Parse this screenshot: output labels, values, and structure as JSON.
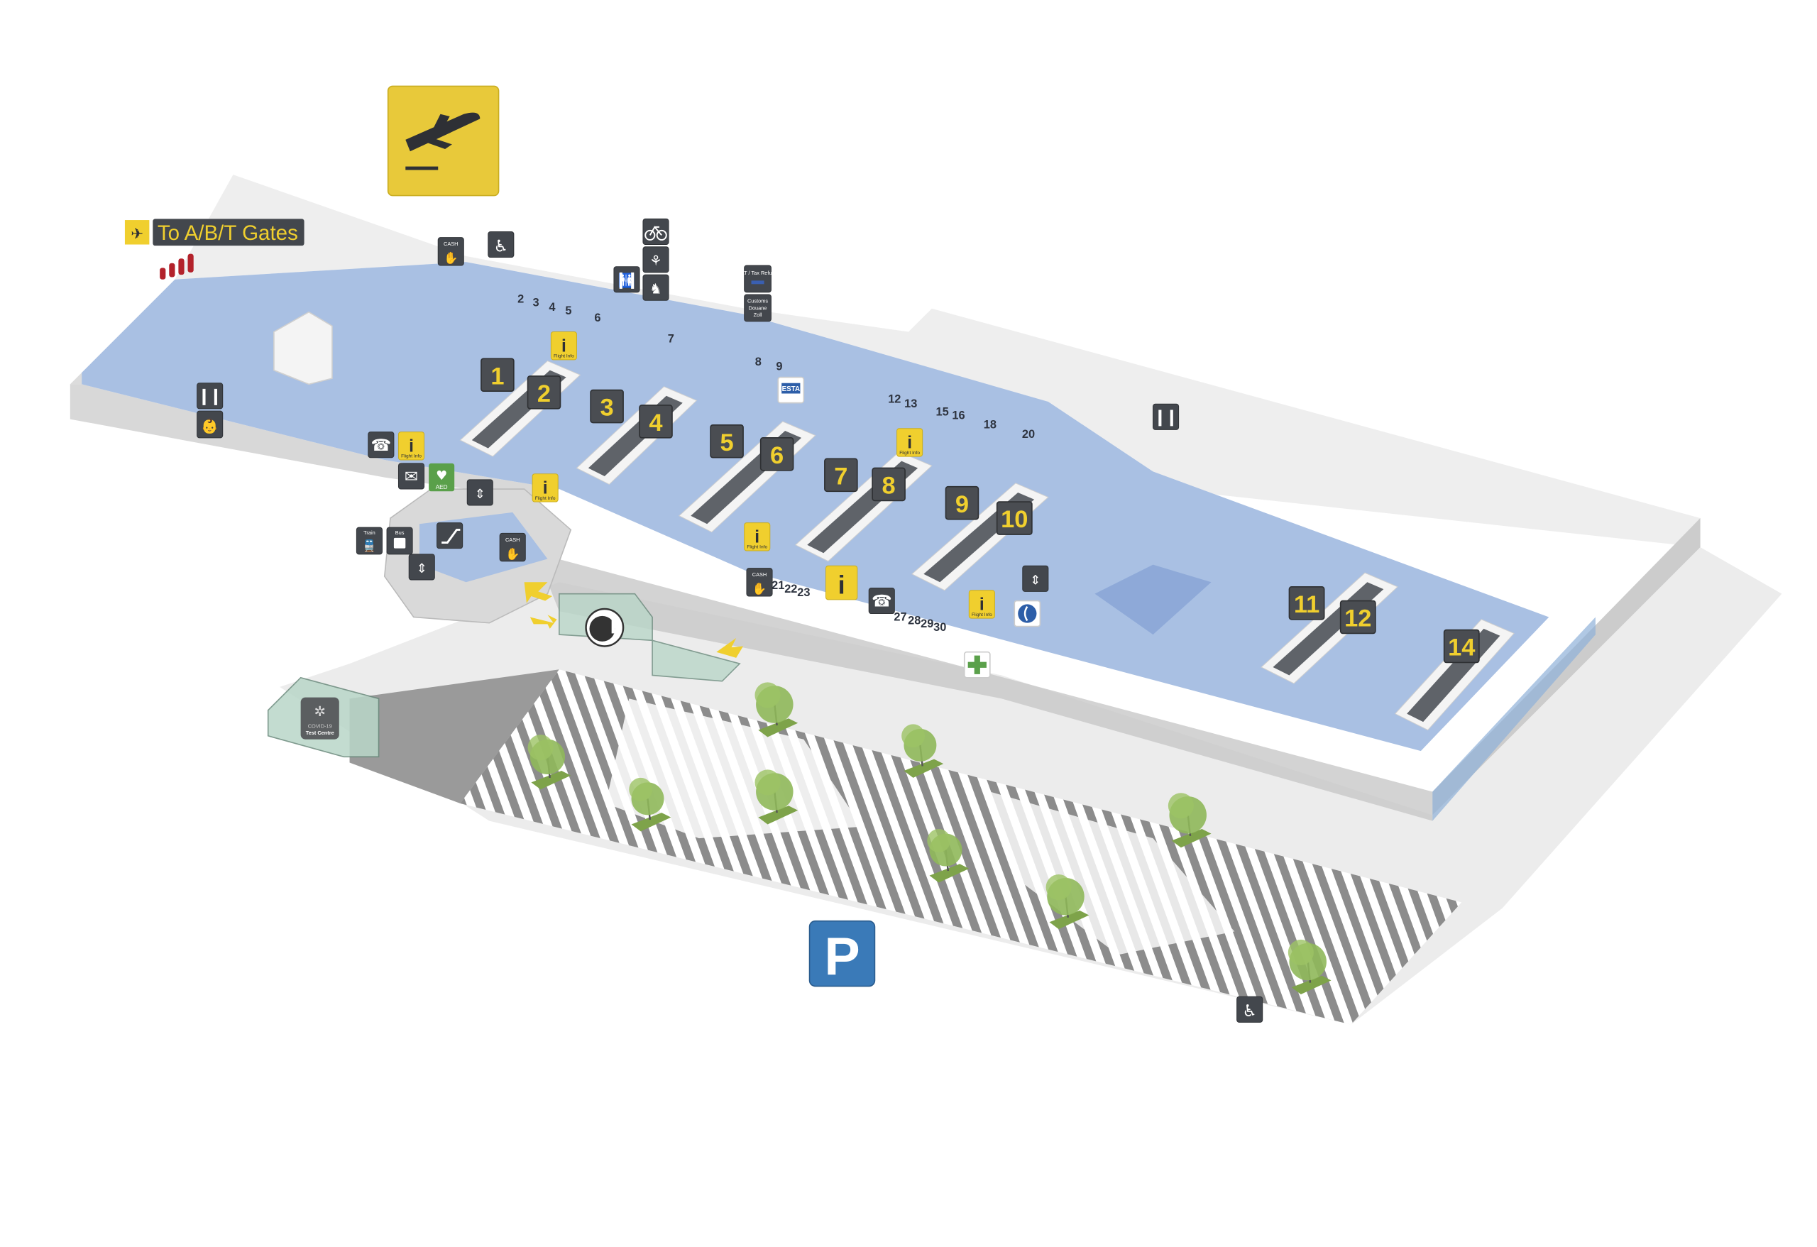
{
  "map": {
    "title": "Departures terminal map",
    "departures_sign": {
      "icon": "plane-departure-icon",
      "color": "#e8c93a"
    },
    "gates_link": {
      "label": "To A/B/T Gates",
      "icon": "plane-departure-icon"
    },
    "checkin_islands": [
      {
        "numbers": [
          "1",
          "2"
        ]
      },
      {
        "numbers": [
          "3",
          "4"
        ]
      },
      {
        "numbers": [
          "5",
          "6"
        ]
      },
      {
        "numbers": [
          "7",
          "8"
        ]
      },
      {
        "numbers": [
          "9",
          "10"
        ]
      },
      {
        "numbers": [
          "11",
          "12"
        ]
      },
      {
        "numbers": [
          "14"
        ]
      }
    ],
    "desk_numbers": {
      "row_a": [
        "2",
        "3",
        "4",
        "5",
        "6"
      ],
      "row_b": [
        "7"
      ],
      "row_c": [
        "8",
        "9"
      ],
      "row_d": [
        "12",
        "13",
        "15",
        "16",
        "18",
        "20"
      ],
      "row_e": [
        "21",
        "22",
        "23"
      ],
      "row_f": [
        "27",
        "28",
        "29",
        "30"
      ]
    },
    "labels": {
      "cash": "CASH",
      "flight_info": "Flight Info",
      "vat_refund": "VAT / Tax Refund",
      "customs_1": "Customs",
      "customs_2": "Douane",
      "customs_3": "Zoll",
      "esta": "ESTA",
      "aed": "AED",
      "train": "Train",
      "bus": "Bus",
      "covid_1": "COVID-19",
      "covid_2": "Test Centre",
      "parking": "P"
    },
    "colors": {
      "floor": "#a9c0e3",
      "accent_yellow": "#f0cf2e",
      "tile_dark": "#43474d",
      "parking_blue": "#3a7ab8",
      "aed_green": "#5aa04a",
      "tree_green": "#8fb85a"
    }
  }
}
